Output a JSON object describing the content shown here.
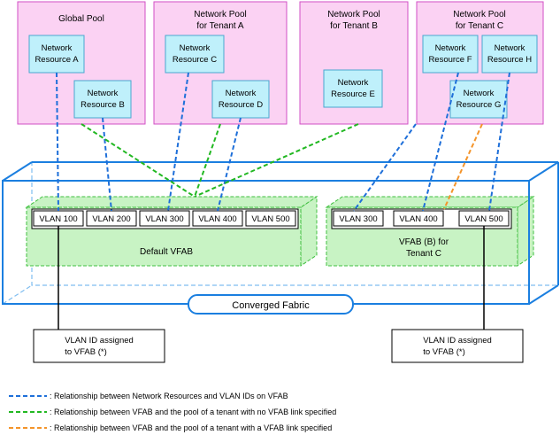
{
  "pools": [
    {
      "title_lines": [
        "Global Pool"
      ]
    },
    {
      "title_lines": [
        "Network Pool",
        "for Tenant A"
      ]
    },
    {
      "title_lines": [
        "Network Pool",
        "for Tenant B"
      ]
    },
    {
      "title_lines": [
        "Network Pool",
        "for Tenant C"
      ]
    }
  ],
  "resources": [
    {
      "lines": [
        "Network",
        "Resource A"
      ]
    },
    {
      "lines": [
        "Network",
        "Resource B"
      ]
    },
    {
      "lines": [
        "Network",
        "Resource C"
      ]
    },
    {
      "lines": [
        "Network",
        "Resource D"
      ]
    },
    {
      "lines": [
        "Network",
        "Resource E"
      ]
    },
    {
      "lines": [
        "Network",
        "Resource F"
      ]
    },
    {
      "lines": [
        "Network",
        "Resource H"
      ]
    },
    {
      "lines": [
        "Network",
        "Resource G"
      ]
    }
  ],
  "vfabs": [
    {
      "label_lines": [
        "Default VFAB"
      ],
      "vlans": [
        "VLAN 100",
        "VLAN 200",
        "VLAN 300",
        "VLAN 400",
        "VLAN 500"
      ]
    },
    {
      "label_lines": [
        "VFAB (B) for",
        "Tenant C"
      ],
      "vlans": [
        "VLAN 300",
        "VLAN 400",
        "VLAN 500"
      ]
    }
  ],
  "fabric_label": "Converged Fabric",
  "notes": [
    {
      "lines": [
        "VLAN ID assigned",
        "to VFAB (*)"
      ]
    },
    {
      "lines": [
        "VLAN ID assigned",
        "to VFAB (*)"
      ]
    }
  ],
  "legend": [
    {
      "color": "#1e6fd9",
      "text": ": Relationship between Network Resources and VLAN IDs on VFAB"
    },
    {
      "color": "#22b822",
      "text": ": Relationship between VFAB and the pool of a tenant with no VFAB link specified"
    },
    {
      "color": "#f4942a",
      "text": ": Relationship between VFAB and the pool of a tenant with a VFAB link specified"
    }
  ],
  "colors": {
    "pool_fill": "#fbd2f3",
    "pool_stroke": "#d24fc4",
    "resource_fill": "#bff0fb",
    "resource_stroke": "#4aa7cf",
    "vfab_fill": "#c8f3c4",
    "vfab_stroke": "#3fbf3f",
    "fabric_stroke": "#1b7fe0",
    "blue_link": "#1e6fd9",
    "green_link": "#22b822",
    "orange_link": "#f4942a"
  }
}
